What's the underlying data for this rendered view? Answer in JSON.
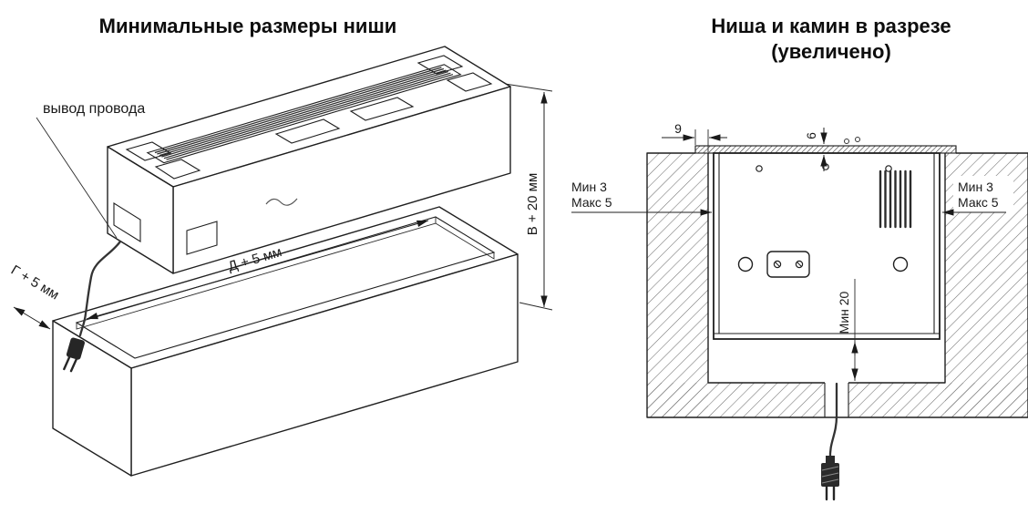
{
  "left_panel": {
    "title": "Минимальные размеры ниши",
    "wire_outlet_label": "вывод провода",
    "depth_dim": "Г + 5 мм",
    "length_dim": "Д + 5 мм",
    "height_dim": "В + 20 мм"
  },
  "right_panel": {
    "title": "Ниша и камин в разрезе",
    "subtitle": "(увеличено)",
    "flange_overhang_dim": "9",
    "flange_thickness_dim": "6",
    "left_gap_min": "Мин 3",
    "left_gap_max": "Макс 5",
    "right_gap_min": "Мин 3",
    "right_gap_max": "Макс 5",
    "bottom_gap_dim": "Мин 20"
  },
  "colors": {
    "ink": "#1a1a1a",
    "hatch": "#707070",
    "background": "#ffffff"
  }
}
